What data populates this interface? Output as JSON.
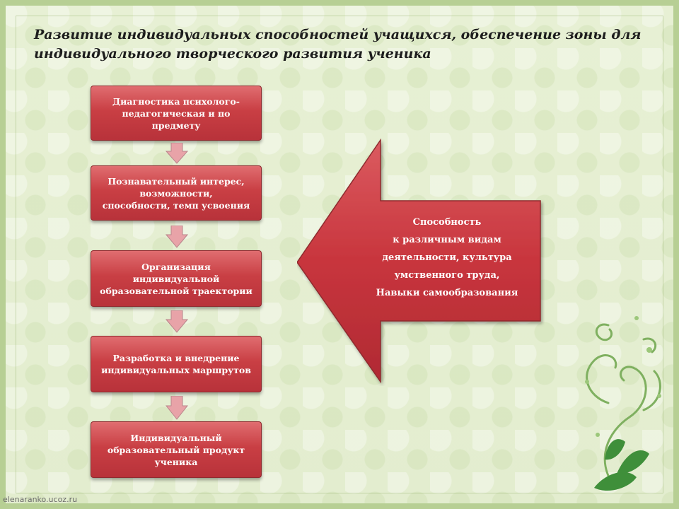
{
  "title": "Развитие индивидуальных способностей учащихся, обеспечение зоны для индивидуального творческого развития ученика",
  "steps": [
    "Диагностика психолого-\nпедагогическая и по\nпредмету",
    "Познавательный интерес,\nвозможности,\nспособности, темп усвоения",
    "Организация\nиндивидуальной\nобразовательной траектории",
    "Разработка и внедрение\nиндивидуальных маршрутов",
    "Индивидуальный\nобразовательный продукт\nученика"
  ],
  "arrow_text": "Способность\nк различным видам\nдеятельности, культура\nумственного труда,\nНавыки самообразования",
  "watermark": "elenaranko.ucoz.ru",
  "colors": {
    "box_red": "#c93f44",
    "arrow_red": "#c8353d",
    "connector_pink": "#e8a3a8",
    "frame_green": "#b7cf94",
    "background": "#e7f0d4"
  }
}
